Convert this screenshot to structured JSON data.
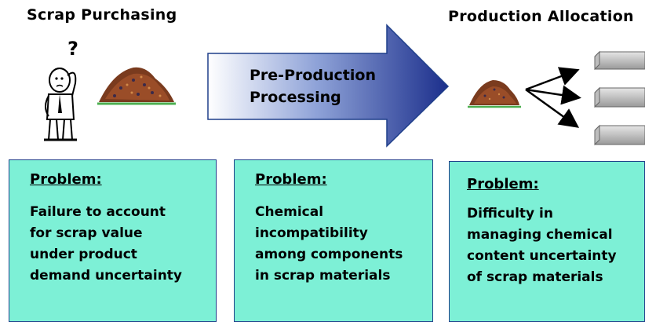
{
  "headings": {
    "left": "Scrap Purchasing",
    "right": "Production Allocation"
  },
  "arrow": {
    "label_line1": "Pre-Production",
    "label_line2": "Processing"
  },
  "boxes": [
    {
      "title": "Problem:",
      "text": "Failure to account\nfor scrap value\nunder product\ndemand uncertainty"
    },
    {
      "title": "Problem:",
      "text": "Chemical\nincompatibility\namong components\nin scrap materials"
    },
    {
      "title": "Problem:",
      "text": "Difficulty in\nmanaging chemical\ncontent uncertainty\nof scrap materials"
    }
  ],
  "colors": {
    "box_fill": "#7df0d6",
    "box_border": "#1f3f8a",
    "arrow_start": "#ffffff",
    "arrow_end": "#1c2f8c"
  },
  "icons": [
    "confused-man-icon",
    "scrap-pile-icon",
    "scrap-pile-small-icon",
    "output-arrows-icon",
    "metal-ingot-icon"
  ]
}
